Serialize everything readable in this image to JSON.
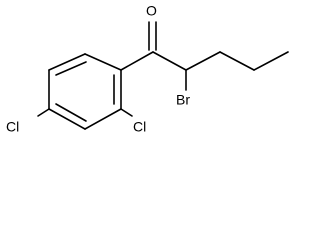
{
  "molecule": {
    "atoms": {
      "oxygen": "O",
      "bromine": "Br",
      "chlorine_left": "Cl",
      "chlorine_right": "Cl"
    },
    "colors": {
      "bond": "#000000",
      "label": "#000000",
      "background": "#ffffff"
    }
  }
}
